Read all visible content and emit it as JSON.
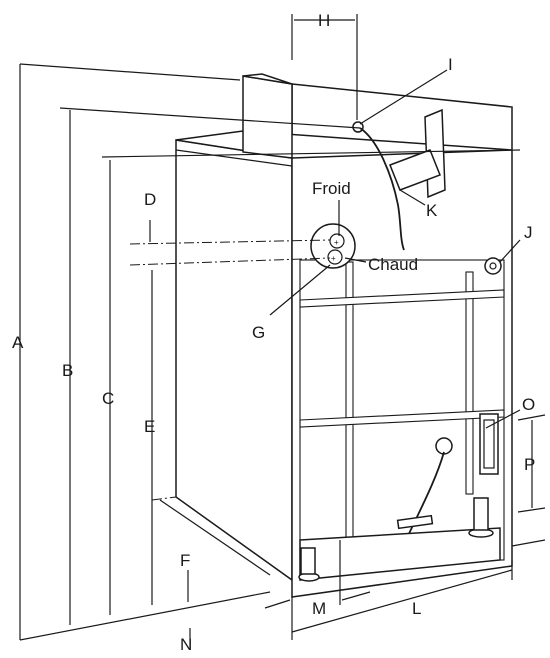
{
  "labels": {
    "A": "A",
    "B": "B",
    "C": "C",
    "D": "D",
    "E": "E",
    "F": "F",
    "G": "G",
    "H": "H",
    "I": "I",
    "J": "J",
    "K": "K",
    "L": "L",
    "M": "M",
    "N": "N",
    "O": "O",
    "P": "P"
  },
  "inlet_labels": {
    "cold": "Froid",
    "hot": "Chaud"
  },
  "icons": [
    "inlet-valve-icon",
    "power-cable-icon",
    "drain-hose-icon",
    "feet-icon",
    "socket-icon"
  ]
}
